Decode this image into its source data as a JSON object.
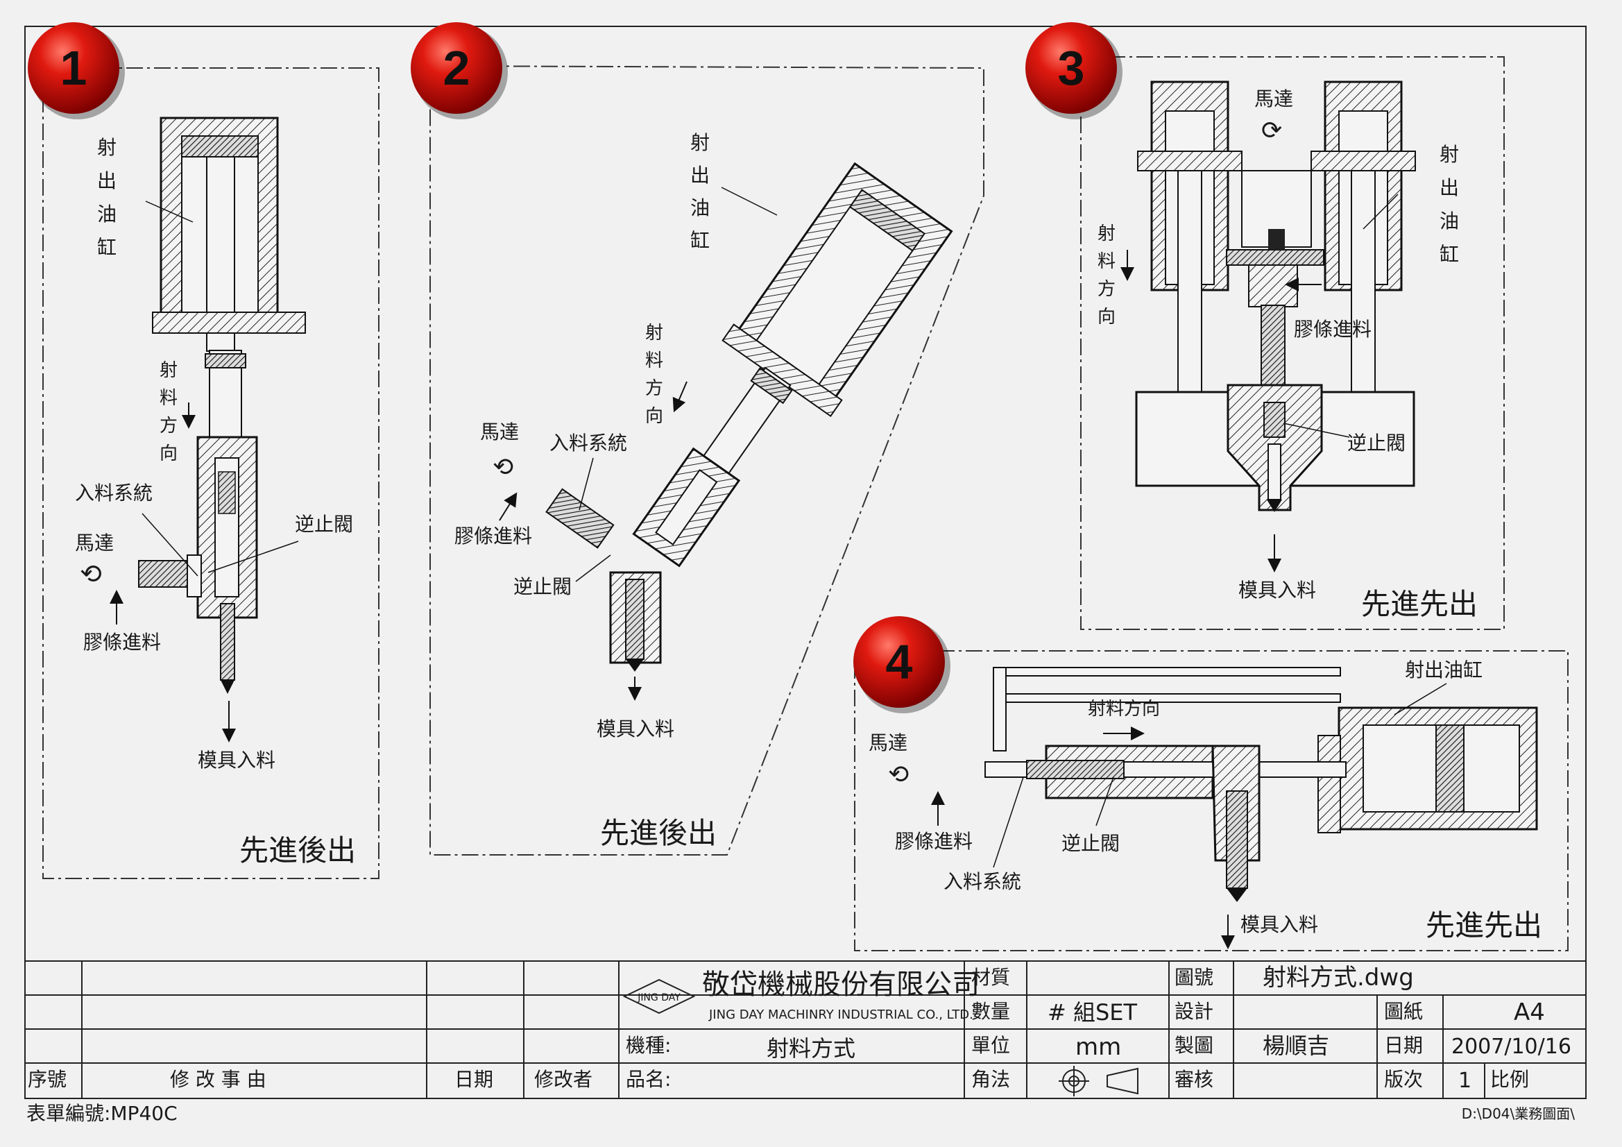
{
  "badges": [
    "1",
    "2",
    "3",
    "4"
  ],
  "panel1": {
    "cylinder_label": "射出油缸",
    "direction_label": "射料方向",
    "feed_system_label": "入料系統",
    "motor_label": "馬達",
    "glue_feed_label": "膠條進料",
    "check_valve_label": "逆止閥",
    "mold_feed_label": "模具入料",
    "principle": "先進後出"
  },
  "panel2": {
    "cylinder_label": "射出油缸",
    "direction_label": "射料方向",
    "motor_label": "馬達",
    "feed_system_label": "入料系統",
    "glue_feed_label": "膠條進料",
    "check_valve_label": "逆止閥",
    "mold_feed_label": "模具入料",
    "principle": "先進後出"
  },
  "panel3": {
    "motor_label": "馬達",
    "cylinder_label": "射出油缸",
    "direction_label": "射料方向",
    "glue_feed_label": "膠條進料",
    "check_valve_label": "逆止閥",
    "mold_feed_label": "模具入料",
    "principle": "先進先出"
  },
  "panel4": {
    "cylinder_label": "射出油缸",
    "direction_label": "射料方向",
    "motor_label": "馬達",
    "glue_feed_label": "膠條進料",
    "check_valve_label": "逆止閥",
    "feed_system_label": "入料系統",
    "mold_feed_label": "模具入料",
    "principle": "先進先出"
  },
  "title_block": {
    "company_cn": "敬岱機械股份有限公司",
    "company_en": "JING DAY MACHINRY INDUSTRIAL CO., LTD.",
    "logo_text": "JING DAY",
    "material_label": "材質",
    "material_value": "",
    "quantity_label": "數量",
    "quantity_value": "#   組SET",
    "unit_label": "單位",
    "unit_value": "mm",
    "angle_label": "角法",
    "drawing_no_label": "圖號",
    "drawing_no_value": "射料方式.dwg",
    "design_label": "設計",
    "design_value": "",
    "draft_label": "製圖",
    "draft_value": "楊順吉",
    "review_label": "審核",
    "review_value": "",
    "paper_label": "圖紙",
    "paper_value": "A4",
    "date_label": "日期",
    "date_value": "2007/10/16",
    "version_label": "版次",
    "version_value": "1",
    "scale_label": "比例",
    "machine_label": "機種:",
    "machine_value": "射料方式",
    "part_label": "品名:",
    "seq_label": "序號",
    "reason_label": "修 改 事 由",
    "rev_date_label": "日期",
    "modifier_label": "修改者"
  },
  "footer": {
    "form_no": "表單編號:MP40C",
    "path": "D:\\D04\\業務圖面\\"
  }
}
